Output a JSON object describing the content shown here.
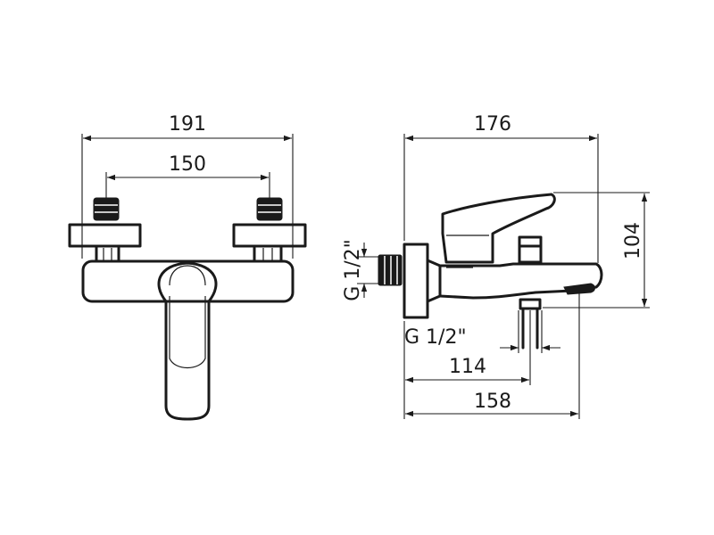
{
  "front_view": {
    "overall_width": "191",
    "inlet_spacing": "150"
  },
  "side_view": {
    "overall_length": "176",
    "height": "104",
    "thread_inlet": "G 1/2\"",
    "thread_outlet": "G 1/2\"",
    "outlet_distance": "114",
    "spout_reach": "158"
  }
}
